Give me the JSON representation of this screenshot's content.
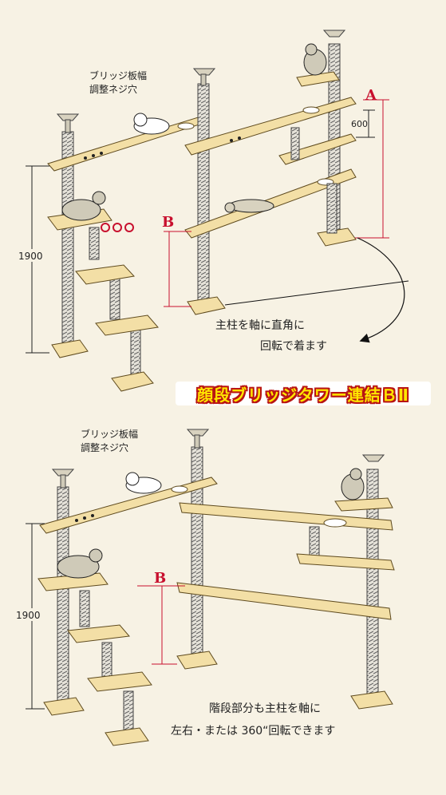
{
  "colors": {
    "background": "#f7f2e4",
    "board": "#f3dfa6",
    "board_edge": "#8a6a2a",
    "pole": "#d9d6cc",
    "accent_red": "#c8102e",
    "banner_yellow": "#ffe600",
    "banner_outline": "#b81414"
  },
  "top": {
    "adjust_label_line1": "ブリッジ板幅",
    "adjust_label_line2": "調整ネジ穴",
    "height_label": "1900",
    "marker_a": "A",
    "dim_600": "600",
    "marker_b": "B",
    "rotate_note_line1": "主柱を軸に直角に",
    "rotate_note_line2": "回転で着ます"
  },
  "banner": {
    "title": "顔段ブリッジタワー連結ＢⅡ"
  },
  "bottom": {
    "adjust_label_line1": "ブリッジ板幅",
    "adjust_label_line2": "調整ネジ穴",
    "height_label": "1900",
    "marker_b": "B",
    "stairs_note_line1": "階段部分も主柱を軸に",
    "stairs_note_line2": "左右・または 360“回転できます"
  },
  "icons": [
    "cat-icon",
    "rotation-arrow-icon",
    "screw-hole-icon"
  ]
}
